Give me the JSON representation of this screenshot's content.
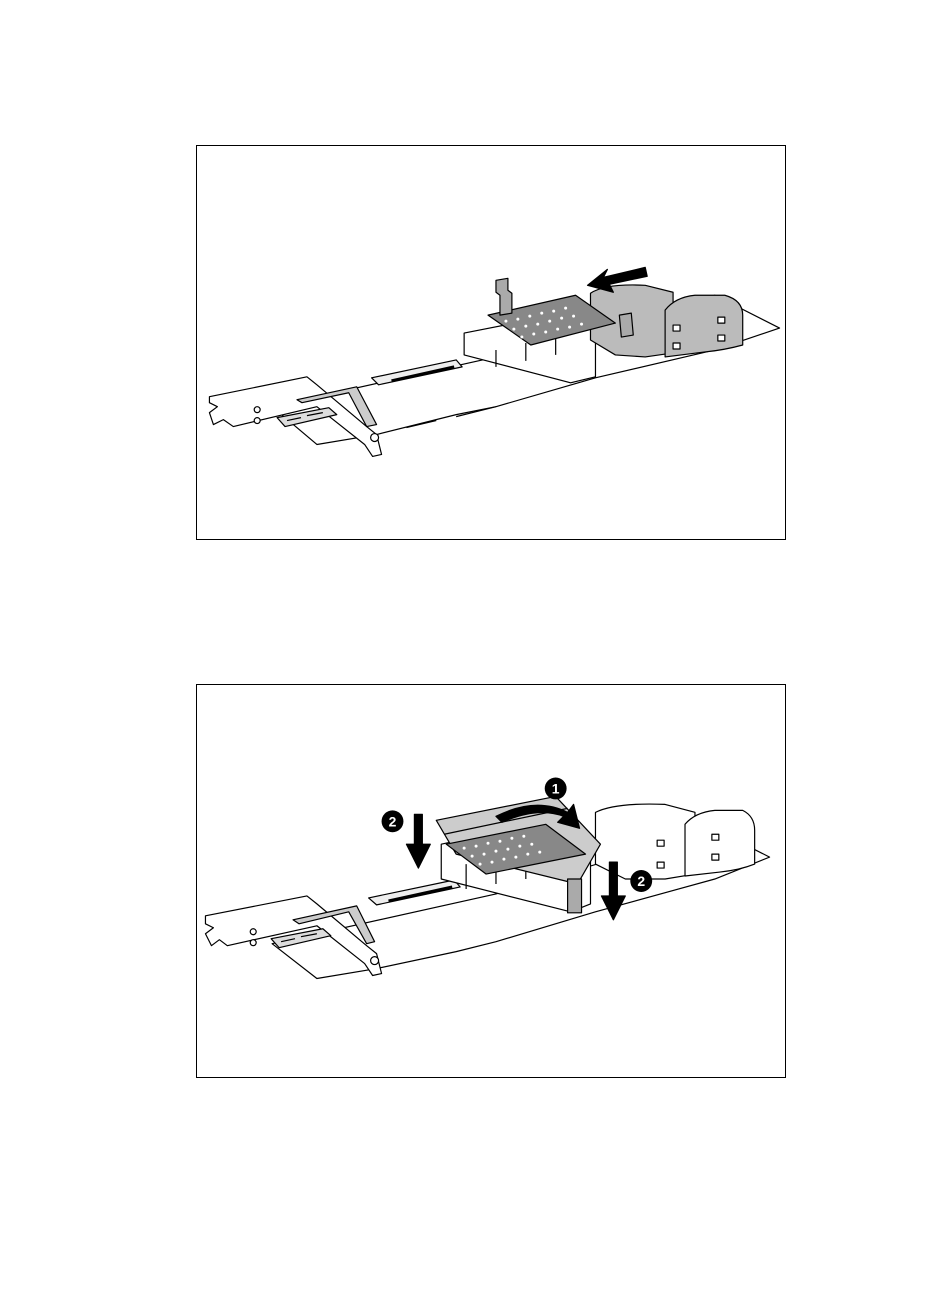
{
  "figures": [
    {
      "callouts": []
    },
    {
      "callouts": [
        {
          "label": "1"
        },
        {
          "label": "2"
        },
        {
          "label": "2"
        }
      ]
    }
  ]
}
